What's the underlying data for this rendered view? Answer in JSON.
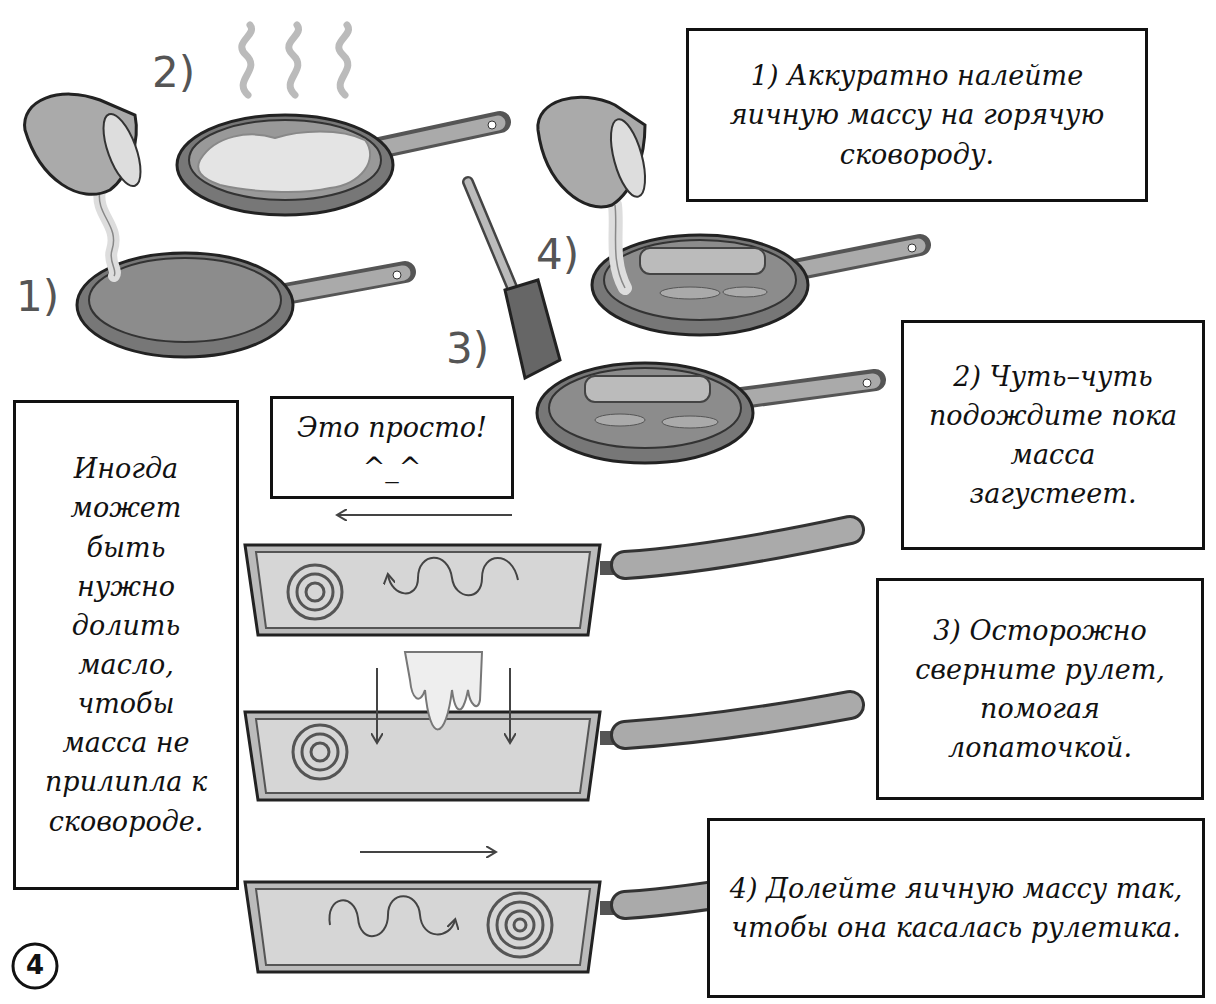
{
  "diagram": {
    "nodes": [
      {
        "text": [
          "1) Аккуратно налейте яичную массу на горячую сковороду."
        ]
      },
      {
        "text": [
          "2) Чуть–чуть подождите пока масса загустеет."
        ]
      },
      {
        "text": [
          "Это просто! ^_^"
        ]
      },
      {
        "text": [
          "Иногда может быть нужно долить масло, чтобы масса не прилипла к сковороде."
        ]
      },
      {
        "text": [
          "3) Осторожно сверните рулет, помогая лопаточкой."
        ]
      },
      {
        "text": [
          "4) Долейте яичную массу так, чтобы она касалась рулетика."
        ]
      }
    ],
    "labels": [
      "1)",
      "2)",
      "3)",
      "4)",
      "4"
    ]
  }
}
